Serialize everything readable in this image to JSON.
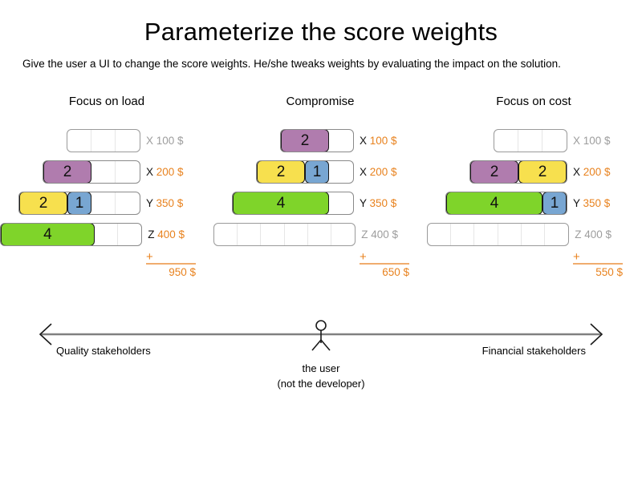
{
  "header": {
    "title": "Parameterize the score weights",
    "subtitle": "Give the user a UI to change the score weights. He/she tweaks weights by evaluating the impact on the solution."
  },
  "columns": [
    {
      "heading": "Focus on load",
      "track_cells": 6,
      "rows": [
        {
          "letter": "X",
          "price": "100 $",
          "active": false,
          "cells": 3,
          "segments": []
        },
        {
          "letter": "X",
          "price": "200 $",
          "active": true,
          "cells": 4,
          "segments": [
            {
              "value": "2",
              "units": 2,
              "color": "purple"
            }
          ]
        },
        {
          "letter": "Y",
          "price": "350 $",
          "active": true,
          "cells": 5,
          "segments": [
            {
              "value": "2",
              "units": 2,
              "color": "yellow"
            },
            {
              "value": "1",
              "units": 1,
              "color": "blue"
            }
          ]
        },
        {
          "letter": "Z",
          "price": "400 $",
          "active": true,
          "cells": 6,
          "segments": [
            {
              "value": "4",
              "units": 4,
              "color": "green"
            }
          ]
        }
      ],
      "sum_plus": "+",
      "sum_total": "950 $"
    },
    {
      "heading": "Compromise",
      "track_cells": 6,
      "rows": [
        {
          "letter": "X",
          "price": "100 $",
          "active": true,
          "cells": 3,
          "segments": [
            {
              "value": "2",
              "units": 2,
              "color": "purple"
            }
          ]
        },
        {
          "letter": "X",
          "price": "200 $",
          "active": true,
          "cells": 4,
          "segments": [
            {
              "value": "2",
              "units": 2,
              "color": "yellow"
            },
            {
              "value": "1",
              "units": 1,
              "color": "blue"
            }
          ]
        },
        {
          "letter": "Y",
          "price": "350 $",
          "active": true,
          "cells": 5,
          "segments": [
            {
              "value": "4",
              "units": 4,
              "color": "green"
            }
          ]
        },
        {
          "letter": "Z",
          "price": "400 $",
          "active": false,
          "cells": 6,
          "segments": []
        }
      ],
      "sum_plus": "+",
      "sum_total": "650 $"
    },
    {
      "heading": "Focus on cost",
      "track_cells": 6,
      "rows": [
        {
          "letter": "X",
          "price": "100 $",
          "active": false,
          "cells": 3,
          "segments": []
        },
        {
          "letter": "X",
          "price": "200 $",
          "active": true,
          "cells": 4,
          "segments": [
            {
              "value": "2",
              "units": 2,
              "color": "purple"
            },
            {
              "value": "2",
              "units": 2,
              "color": "yellow"
            }
          ]
        },
        {
          "letter": "Y",
          "price": "350 $",
          "active": true,
          "cells": 5,
          "segments": [
            {
              "value": "4",
              "units": 4,
              "color": "green"
            },
            {
              "value": "1",
              "units": 1,
              "color": "blue"
            }
          ]
        },
        {
          "letter": "Z",
          "price": "400 $",
          "active": false,
          "cells": 6,
          "segments": []
        }
      ],
      "sum_plus": "+",
      "sum_total": "550 $"
    }
  ],
  "axis": {
    "left_label": "Quality stakeholders",
    "right_label": "Financial stakeholders",
    "user_caption_line1": "the user",
    "user_caption_line2": "(not the developer)"
  },
  "colors": {
    "purple": "#b07cae",
    "yellow": "#f7e04e",
    "blue": "#78a6d2",
    "green": "#7fd42a",
    "price_orange": "#e8821e",
    "inactive_gray": "#9d9d9d",
    "axis_gray": "#808080"
  }
}
